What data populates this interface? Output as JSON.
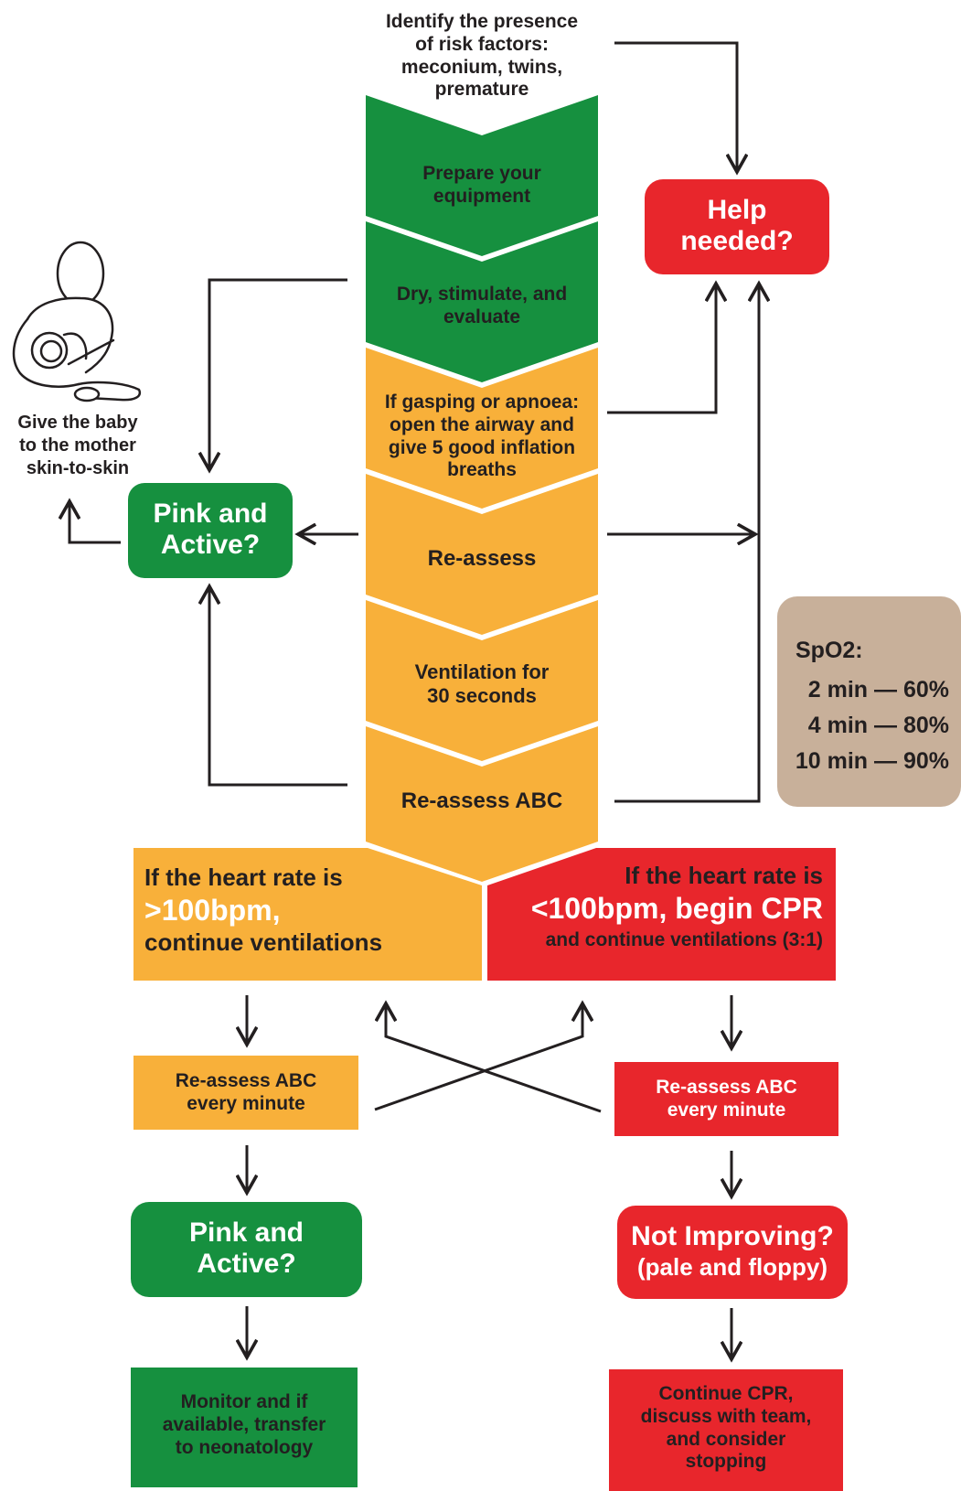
{
  "colors": {
    "green": "#16903f",
    "orange": "#f8b03a",
    "red": "#e8262c",
    "tan": "#c8b09a",
    "line": "#231f20"
  },
  "risk_factors": {
    "line1": "Identify the presence",
    "line2": "of risk factors:",
    "line3": "meconium, twins,",
    "line4": "premature"
  },
  "steps": [
    {
      "line1": "Prepare your",
      "line2": "equipment",
      "line3": "",
      "line4": "",
      "color": "green"
    },
    {
      "line1": "Dry, stimulate, and",
      "line2": "evaluate",
      "line3": "",
      "line4": "",
      "color": "green"
    },
    {
      "line1": "If gasping or apnoea:",
      "line2": "open the airway and",
      "line3": "give 5 good inflation",
      "line4": "breaths",
      "color": "orange"
    },
    {
      "line1": "Re-assess",
      "line2": "",
      "line3": "",
      "line4": "",
      "color": "orange"
    },
    {
      "line1": "Ventilation for",
      "line2": "30 seconds",
      "line3": "",
      "line4": "",
      "color": "orange"
    },
    {
      "line1": "Re-assess ABC",
      "line2": "",
      "line3": "",
      "line4": "",
      "color": "orange"
    }
  ],
  "help": {
    "line1": "Help",
    "line2": "needed?"
  },
  "mother": {
    "icon": "mother-holding-baby-icon",
    "line1": "Give the baby",
    "line2": "to the mother",
    "line3": "skin-to-skin"
  },
  "pink_active_top": {
    "line1": "Pink and",
    "line2": "Active?"
  },
  "spo2": {
    "title": "SpO2:",
    "rows": [
      "2 min — 60%",
      "4 min — 80%",
      "10 min — 90%"
    ]
  },
  "hr_high": {
    "line1": "If the heart rate is",
    "line2": ">100bpm,",
    "line3": "continue ventilations"
  },
  "hr_low": {
    "line1": "If the heart rate is",
    "line2": "<100bpm, begin CPR",
    "line3": "and continue ventilations (3:1)"
  },
  "reassess_left": {
    "line1": "Re-assess ABC",
    "line2": "every minute"
  },
  "reassess_right": {
    "line1": "Re-assess ABC",
    "line2": "every minute"
  },
  "pink_active_bottom": {
    "line1": "Pink and",
    "line2": "Active?"
  },
  "not_improving": {
    "line1": "Not Improving?",
    "line2": "(pale and floppy)"
  },
  "monitor": {
    "line1": "Monitor and if",
    "line2": "available, transfer",
    "line3": "to neonatology"
  },
  "continue_cpr": {
    "line1": "Continue CPR,",
    "line2": "discuss with team,",
    "line3": "and consider",
    "line4": "stopping"
  }
}
